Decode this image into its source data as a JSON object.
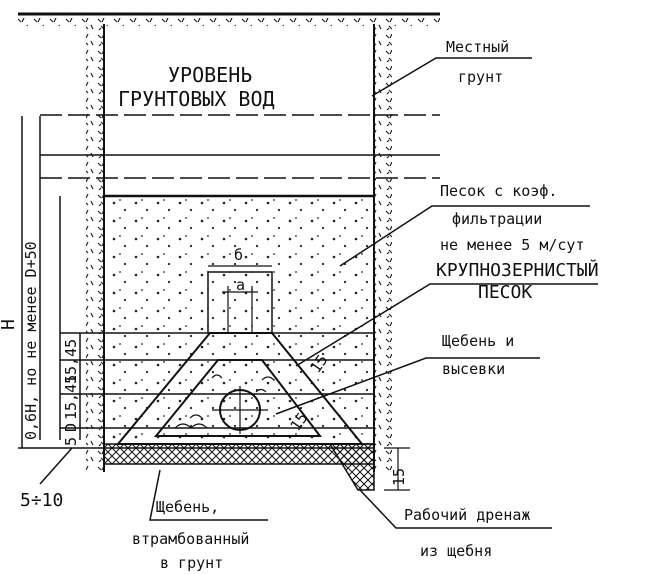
{
  "labels": {
    "groundwater_1": "УРОВЕНЬ",
    "groundwater_2": "ГРУНТОВЫХ ВОД",
    "local_soil_1": "Местный",
    "local_soil_2": "грунт",
    "sand_1": "Песок с коэф.",
    "sand_2": "фильтрации",
    "sand_3": "не менее 5 м/сут",
    "coarse_1": "КРУПНОЗЕРНИСТЫЙ",
    "coarse_2": "ПЕСОК",
    "gravel_1": "Щебень и",
    "gravel_2": "высевки",
    "drain_1": "Рабочий дренаж",
    "drain_2": "из щебня",
    "rammed_1": "Щебень,",
    "rammed_2": "втрамбованный",
    "rammed_3": "в грунт",
    "dim_b": "б",
    "dim_a": "а",
    "slope_15": "15",
    "slope_15b": "15",
    "dim_H": "H",
    "dim_height": "0,6H, но не менее D+50",
    "dim_1545": "15,45",
    "dim_1545b": "15,45",
    "dim_D": "D",
    "dim_5": "5",
    "dim_15_base": "15",
    "range": "5÷10"
  }
}
